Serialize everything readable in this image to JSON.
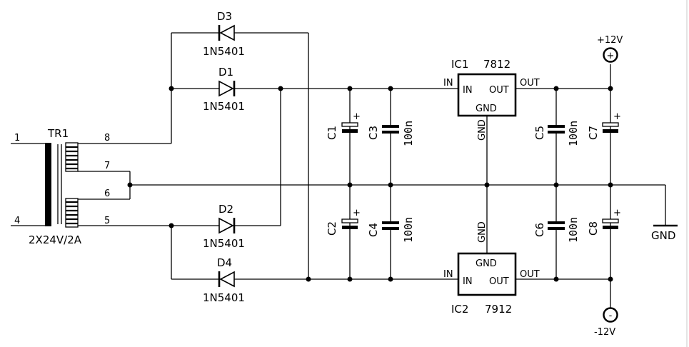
{
  "transformer": {
    "ref": "TR1",
    "rating": "2X24V/2A",
    "pins": {
      "p1": "1",
      "p4": "4",
      "p5": "5",
      "p6": "6",
      "p7": "7",
      "p8": "8"
    }
  },
  "diodes": [
    {
      "ref": "D3",
      "part": "1N5401"
    },
    {
      "ref": "D1",
      "part": "1N5401"
    },
    {
      "ref": "D2",
      "part": "1N5401"
    },
    {
      "ref": "D4",
      "part": "1N5401"
    }
  ],
  "capacitors": {
    "c1": "C1",
    "c2": "C2",
    "c3": "C3",
    "c4": "C4",
    "c5": "C5",
    "c6": "C6",
    "c7": "C7",
    "c8": "C8",
    "value_100n": "100n",
    "plus": "+"
  },
  "regulators": {
    "ic1": {
      "ref": "IC1",
      "part": "7812",
      "in": "IN",
      "out": "OUT",
      "gnd": "GND"
    },
    "ic2": {
      "ref": "IC2",
      "part": "7912",
      "in": "IN",
      "out": "OUT",
      "gnd": "GND"
    }
  },
  "terminals": {
    "pos": "+12V",
    "neg": "-12V",
    "gnd": "GND",
    "plus_sign": "+",
    "minus_sign": "-"
  }
}
